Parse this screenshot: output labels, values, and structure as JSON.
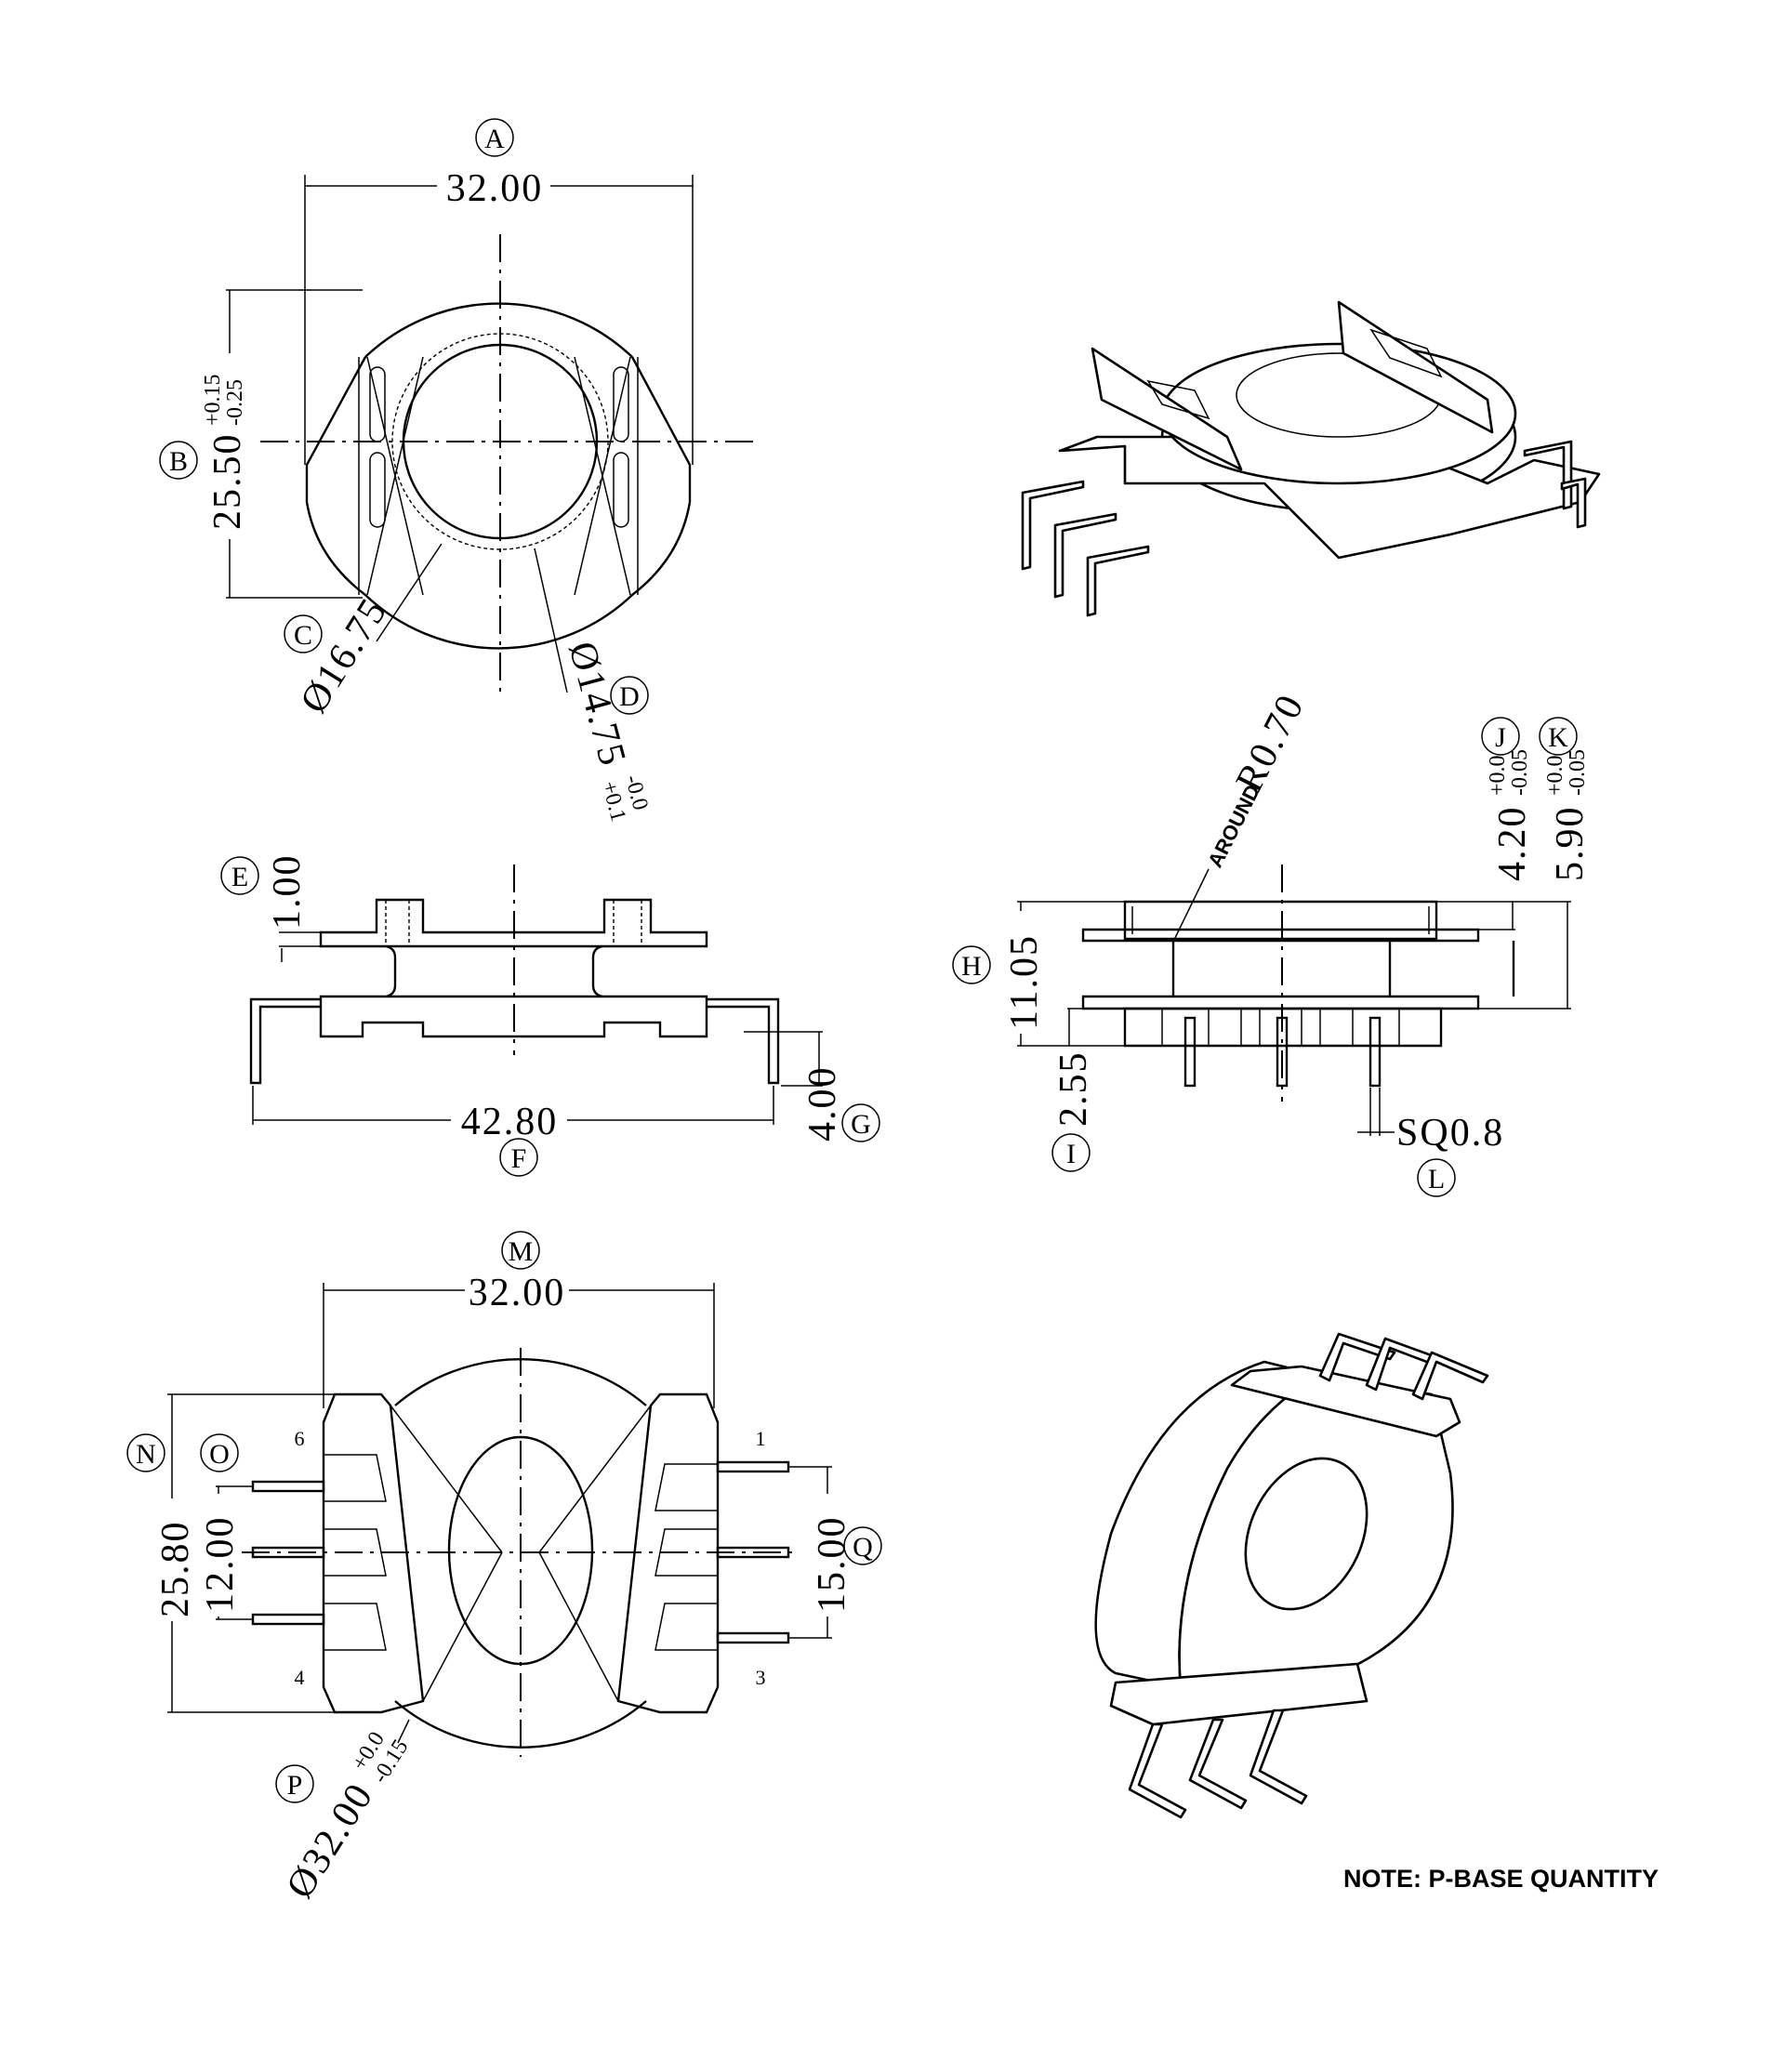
{
  "drawing": {
    "title": "P-base bobbin technical drawing",
    "note": "NOTE: P-BASE QUANTITY"
  },
  "top_view": {
    "A": {
      "label": "A",
      "value": "32.00"
    },
    "B": {
      "label": "B",
      "value": "25.50",
      "tol_plus": "+0.15",
      "tol_minus": "-0.25"
    },
    "C": {
      "label": "C",
      "value": "Ø16.75"
    },
    "D": {
      "label": "D",
      "value": "Ø14.75",
      "tol_plus": "-0.0",
      "tol_minus": "+0.1"
    }
  },
  "side_view": {
    "E": {
      "label": "E",
      "value": "1.00"
    },
    "F": {
      "label": "F",
      "value": "42.80"
    },
    "G": {
      "label": "G",
      "value": "4.00"
    }
  },
  "front_view": {
    "H": {
      "label": "H",
      "value": "11.05"
    },
    "I": {
      "label": "I",
      "value": "2.55"
    },
    "J": {
      "label": "J",
      "value": "4.20",
      "tol_plus": "+0.0",
      "tol_minus": "-0.05"
    },
    "K": {
      "label": "K",
      "value": "5.90",
      "tol_plus": "+0.0",
      "tol_minus": "-0.05"
    },
    "L": {
      "label": "L",
      "value": "SQ0.8"
    },
    "radius_note": {
      "prefix": "AROUND",
      "value": "R0.70"
    }
  },
  "bottom_view": {
    "M": {
      "label": "M",
      "value": "32.00"
    },
    "N": {
      "label": "N",
      "value": "25.80"
    },
    "O": {
      "label": "O",
      "value": "12.00"
    },
    "P": {
      "label": "P",
      "value": "Ø32.00",
      "tol_plus": "+0.0",
      "tol_minus": "-0.15"
    },
    "Q": {
      "label": "Q",
      "value": "15.00"
    },
    "pins": [
      "1",
      "3",
      "4",
      "6"
    ]
  }
}
